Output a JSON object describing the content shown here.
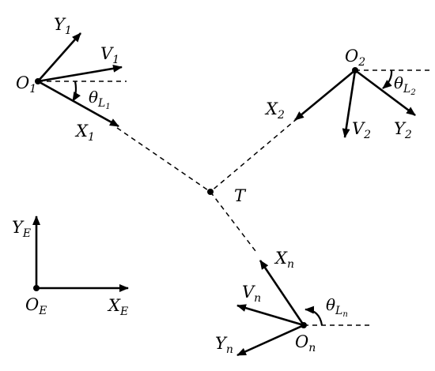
{
  "frames": {
    "o1": {
      "origin": {
        "main": "O",
        "sub": "1"
      },
      "y_axis": {
        "main": "Y",
        "sub": "1"
      },
      "velocity": {
        "main": "V",
        "sub": "1"
      },
      "x_axis": {
        "main": "X",
        "sub": "1"
      },
      "angle": {
        "main": "θ",
        "sub": "L",
        "subsub": "1"
      }
    },
    "o2": {
      "origin": {
        "main": "O",
        "sub": "2"
      },
      "x_axis": {
        "main": "X",
        "sub": "2"
      },
      "velocity": {
        "main": "V",
        "sub": "2"
      },
      "y_axis": {
        "main": "Y",
        "sub": "2"
      },
      "angle": {
        "main": "θ",
        "sub": "L",
        "subsub": "2"
      }
    },
    "on": {
      "origin": {
        "main": "O",
        "sub": "n"
      },
      "x_axis": {
        "main": "X",
        "sub": "n"
      },
      "velocity": {
        "main": "V",
        "sub": "n"
      },
      "y_axis": {
        "main": "Y",
        "sub": "n"
      },
      "angle": {
        "main": "θ",
        "sub": "L",
        "subsub": "n"
      }
    },
    "earth": {
      "origin": {
        "main": "O",
        "sub": "E"
      },
      "x_axis": {
        "main": "X",
        "sub": "E"
      },
      "y_axis": {
        "main": "Y",
        "sub": "E"
      }
    }
  },
  "target": {
    "label": "T"
  }
}
